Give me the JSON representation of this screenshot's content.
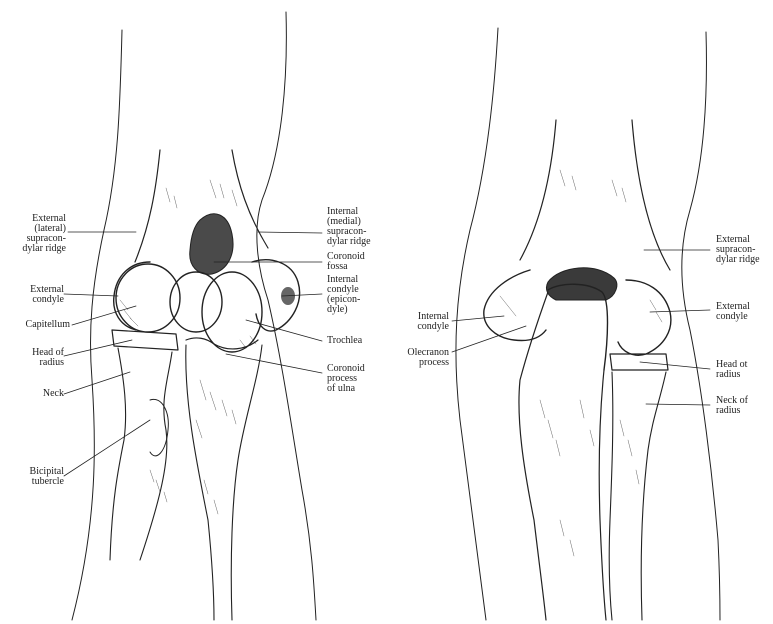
{
  "colors": {
    "ink": "#222222",
    "paper": "#ffffff"
  },
  "front_view": {
    "labels": {
      "external_ridge": "External\n(lateral)\nsupracon-\ndylar ridge",
      "external_condyle": "External\ncondyle",
      "capitellum": "Capitellum",
      "head_of_radius": "Head of\nradius",
      "neck": "Neck",
      "bicipital_tubercle": "Bicipital\ntubercle",
      "internal_ridge": "Internal\n(medial)\nsupracon-\ndylar ridge",
      "coronoid_fossa": "Coronoid\nfossa",
      "internal_condyle": "Internal\ncondyle\n(epicon-\ndyle)",
      "trochlea": "Trochlea",
      "coronoid_process": "Coronoid\nprocess\nof ulna"
    }
  },
  "back_view": {
    "labels": {
      "internal_condyle": "Internal\ncondyle",
      "olecranon_process": "Olecranon\nprocess",
      "external_ridge": "External\nsupracon-\ndylar ridge",
      "external_condyle": "External\ncondyle",
      "head_of_radius": "Head ot\nradius",
      "neck_of_radius": "Neck of\nradius"
    }
  }
}
